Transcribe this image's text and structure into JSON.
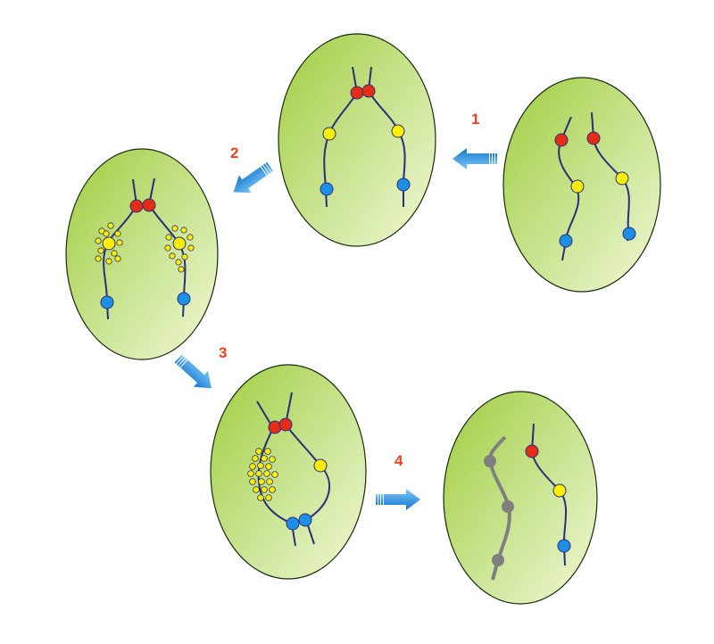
{
  "colors": {
    "cell_light": "#f2f8d6",
    "cell_dark": "#9fcd3e",
    "cell_outline": "#1a2a10",
    "strand": "#2a2f7a",
    "red": "#e52c17",
    "yellow": "#ffee00",
    "blue": "#1e8fe6",
    "grey": "#7f7f7f",
    "arrow_top": "#7cc6f5",
    "arrow_bottom": "#1577d0",
    "label": "#f0401c"
  },
  "steps": [
    {
      "label": "1",
      "icon": "arrow-left"
    },
    {
      "label": "2",
      "icon": "arrow-down-left"
    },
    {
      "label": "3",
      "icon": "arrow-down-right"
    },
    {
      "label": "4",
      "icon": "arrow-right"
    }
  ]
}
